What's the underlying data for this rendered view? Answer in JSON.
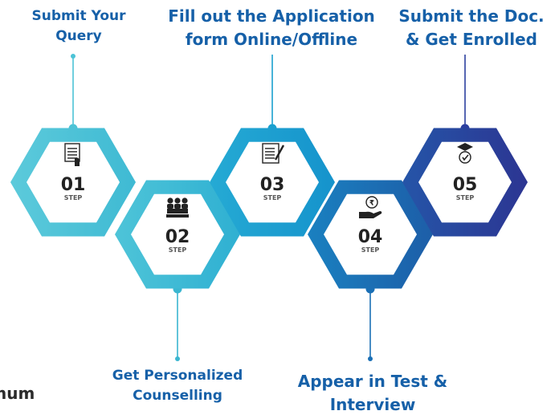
{
  "steps": [
    {
      "number": "01",
      "word": "STEP",
      "icon": "document-hand-icon",
      "caption": [
        "Submit Your",
        "Query"
      ],
      "color": "#4cc3d6"
    },
    {
      "number": "02",
      "word": "STEP",
      "icon": "counselling-group-icon",
      "caption": [
        "Get Personalized",
        "Counselling"
      ],
      "color": "#3bb6d0"
    },
    {
      "number": "03",
      "word": "STEP",
      "icon": "application-form-icon",
      "caption": [
        "Fill out the Application",
        "form Online/Offline"
      ],
      "color": "#1aa0cf"
    },
    {
      "number": "04",
      "word": "STEP",
      "icon": "rupee-hand-icon",
      "caption": [
        "Appear in Test &",
        "Interview"
      ],
      "color": "#1a6fb5"
    },
    {
      "number": "05",
      "word": "STEP",
      "icon": "graduate-medal-icon",
      "caption": [
        "Submit the Doc.",
        "& Get Enrolled"
      ],
      "color": "#2b3f9f"
    }
  ],
  "edge_text": "num",
  "colors": {
    "caption": "#1660a8",
    "number": "#222222",
    "step_label": "#555555"
  }
}
